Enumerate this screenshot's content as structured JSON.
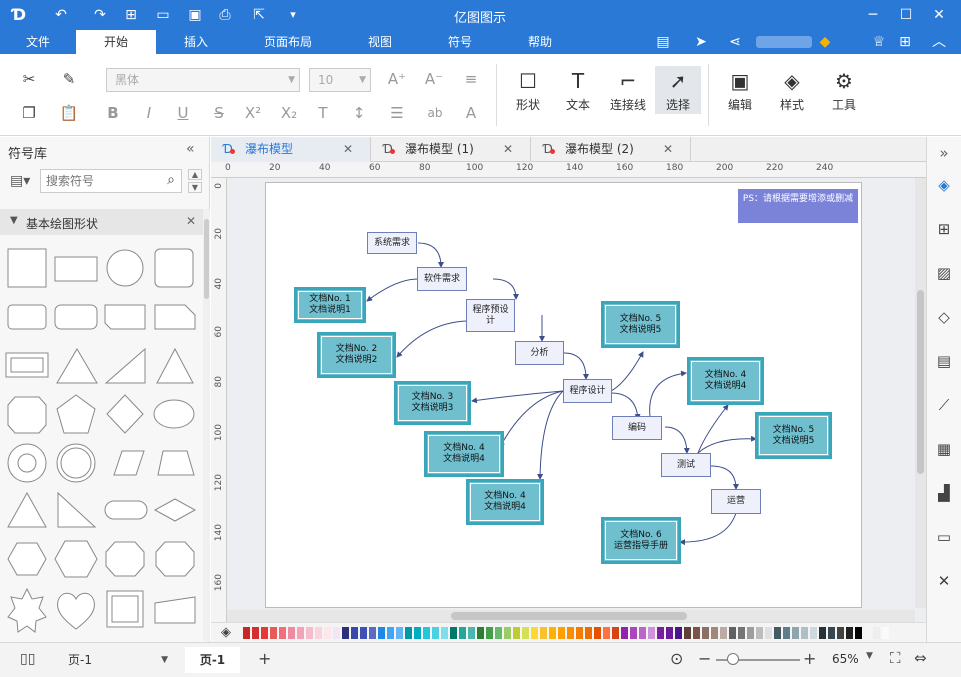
{
  "app": {
    "title": "亿图图示"
  },
  "menu": {
    "items": [
      "文件",
      "开始",
      "插入",
      "页面布局",
      "视图",
      "符号",
      "帮助"
    ],
    "active": 1
  },
  "ribbon": {
    "font_name": "黑体",
    "font_size": "10",
    "shape_label": "形状",
    "text_label": "文本",
    "connector_label": "连接线",
    "select_label": "选择",
    "edit_label": "编辑",
    "style_label": "样式",
    "tools_label": "工具"
  },
  "sidebar": {
    "title": "符号库",
    "search_placeholder": "搜索符号",
    "section": "基本绘图形状"
  },
  "tabs": [
    {
      "label": "瀑布模型"
    },
    {
      "label": "瀑布模型 (1)"
    },
    {
      "label": "瀑布模型 (2)"
    }
  ],
  "ruler": {
    "h": [
      "0",
      "20",
      "40",
      "60",
      "80",
      "100",
      "120",
      "140",
      "160",
      "180",
      "200",
      "220",
      "240"
    ],
    "v": [
      "0",
      "20",
      "40",
      "60",
      "80",
      "100",
      "120",
      "140",
      "160"
    ]
  },
  "diagram": {
    "note": "PS：请根据需要增添或删减",
    "nodes": {
      "n1": "系统需求",
      "n2": "软件需求",
      "n3": "程序预设计",
      "n4": "分析",
      "n5": "程序设计",
      "n6": "编码",
      "n7": "测试",
      "n8": "运营"
    },
    "docs": {
      "d1": "文档No. 1\n文档说明1",
      "d2": "文档No. 2\n文档说明2",
      "d3": "文档No. 3\n文档说明3",
      "d4": "文档No. 4\n文档说明4",
      "d5": "文档No. 4\n文档说明4",
      "d6": "文档No. 5\n文档说明5",
      "d7": "文档No. 4\n文档说明4",
      "d8": "文档No. 5\n文档说明5",
      "d9": "文档No. 6\n运营指导手册"
    }
  },
  "status": {
    "page_select": "页-1",
    "page_tab": "页-1",
    "zoom": "65%"
  },
  "colors": {
    "brand": "#2b79d6",
    "doc_fill": "#6fbfcf",
    "doc_border": "#3aa6ba",
    "node_fill": "#eef0fb",
    "note_fill": "#7b83d9"
  },
  "palette": [
    "#c62828",
    "#d32f2f",
    "#e53935",
    "#e85a5a",
    "#ef6f7f",
    "#f08aa0",
    "#f4a3b6",
    "#f7bccb",
    "#fbd3dd",
    "#fde7ec",
    "#f3e5f5",
    "#2c2f7a",
    "#3949ab",
    "#3f51b5",
    "#5c6bc0",
    "#1e88e5",
    "#42a5f5",
    "#64b5f6",
    "#0097a7",
    "#00acc1",
    "#26c6da",
    "#4dd0e1",
    "#80deea",
    "#00796b",
    "#26a69a",
    "#4db6ac",
    "#2e7d32",
    "#43a047",
    "#66bb6a",
    "#9ccc65",
    "#c0ca33",
    "#d4e157",
    "#fdd835",
    "#fbc02d",
    "#ffb300",
    "#ffa000",
    "#fb8c00",
    "#f57c00",
    "#ef6c00",
    "#e65100",
    "#ff7043",
    "#d84315",
    "#8e24aa",
    "#ab47bc",
    "#ba68c8",
    "#ce93d8",
    "#7b1fa2",
    "#6a1b9a",
    "#4a148c",
    "#5d4037",
    "#795548",
    "#8d6e63",
    "#a1887f",
    "#bcaaa4",
    "#616161",
    "#757575",
    "#9e9e9e",
    "#bdbdbd",
    "#e0e0e0",
    "#455a64",
    "#607d8b",
    "#90a4ae",
    "#b0bec5",
    "#cfd8dc",
    "#263238",
    "#37474f",
    "#424242",
    "#212121",
    "#000000",
    "#f5f5f5",
    "#eeeeee",
    "#fafafa"
  ]
}
